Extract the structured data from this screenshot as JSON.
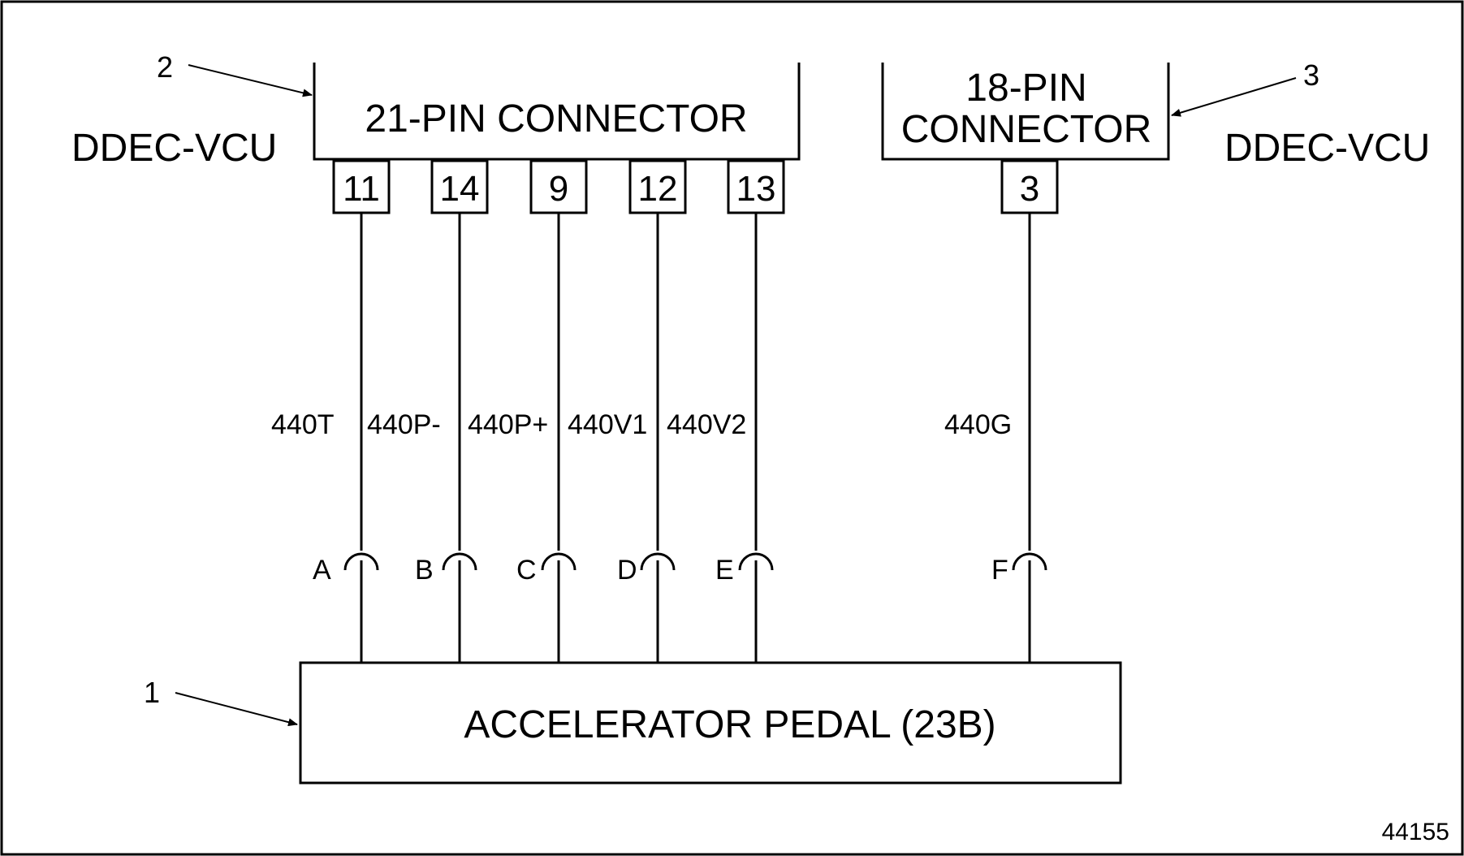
{
  "left_connector": {
    "title": "21-PIN CONNECTOR",
    "module": "DDEC-VCU",
    "callout": "2",
    "pins": [
      "11",
      "14",
      "9",
      "12",
      "13"
    ]
  },
  "right_connector": {
    "title_line1": "18-PIN",
    "title_line2": "CONNECTOR",
    "module": "DDEC-VCU",
    "callout": "3",
    "pins": [
      "3"
    ]
  },
  "wires": [
    "440T",
    "440P-",
    "440P+",
    "440V1",
    "440V2",
    "440G"
  ],
  "pedal_connector_letters": [
    "A",
    "B",
    "C",
    "D",
    "E",
    "F"
  ],
  "pedal": {
    "label": "ACCELERATOR PEDAL (23B)",
    "callout": "1"
  },
  "figure_number": "44155"
}
